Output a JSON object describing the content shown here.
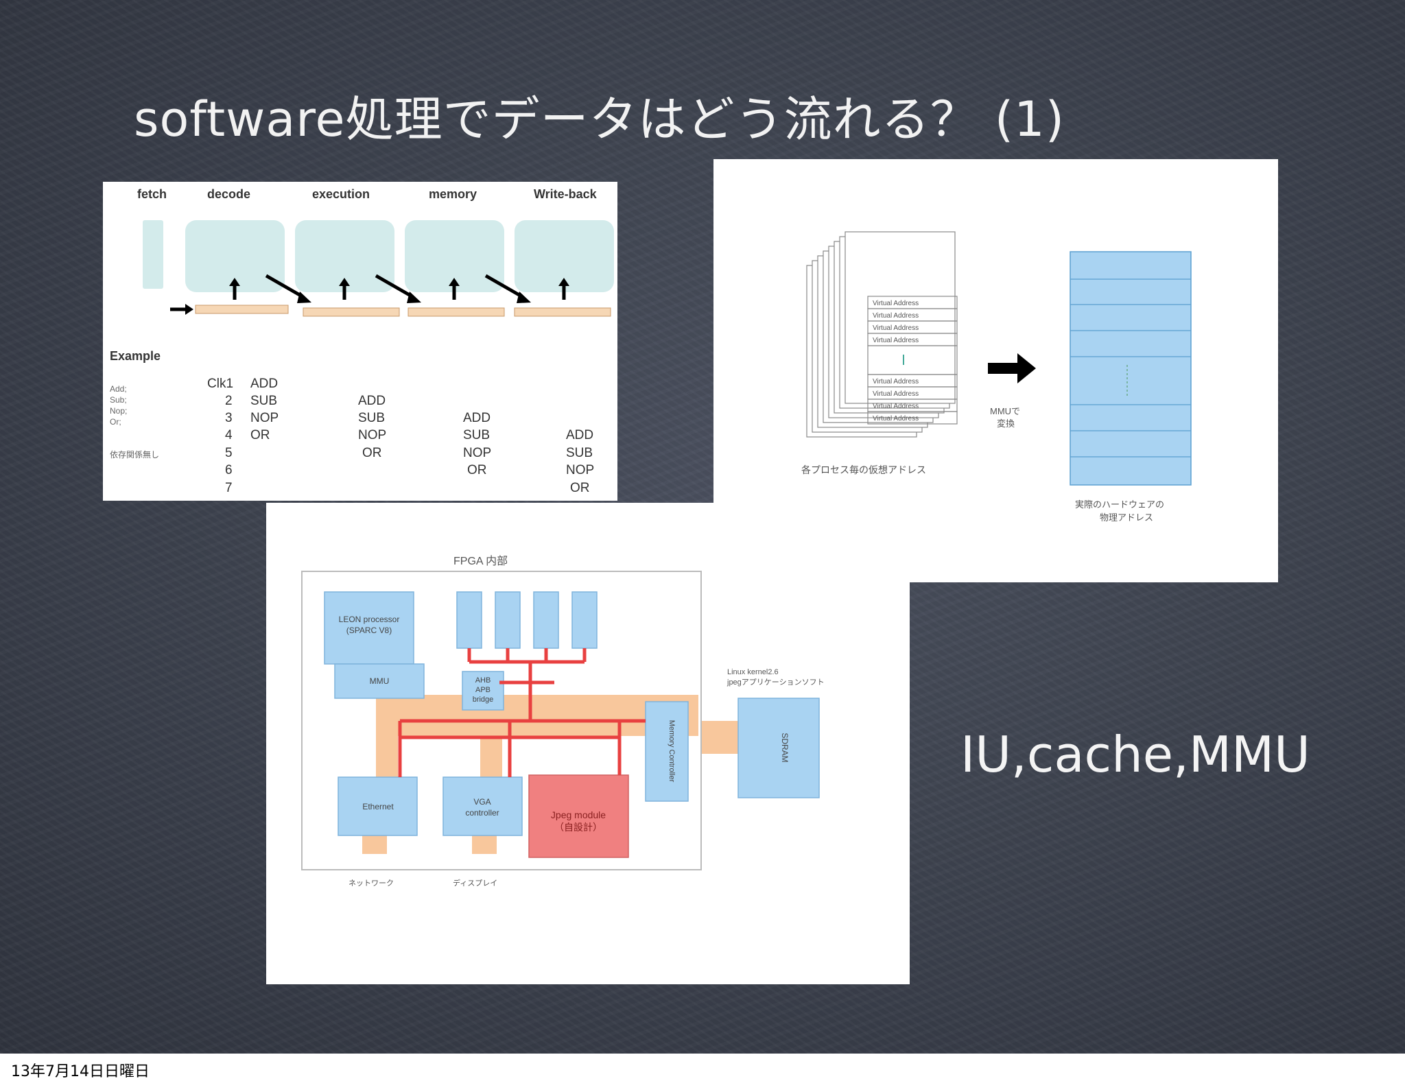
{
  "slide": {
    "title": "software処理でデータはどう流れる？ (1)",
    "side_label": "IU,cache,MMU",
    "footer_date": "13年7月14日日曜日"
  },
  "pipeline": {
    "stages": [
      "fetch",
      "decode",
      "execution",
      "memory",
      "Write-back"
    ],
    "example_label": "Example",
    "side_notes": [
      "Add;",
      "Sub;",
      "Nop;",
      "Or;",
      "依存関係無し"
    ],
    "clk_header": "Clk1",
    "clocks": [
      "2",
      "3",
      "4",
      "5",
      "6",
      "7"
    ],
    "col1": [
      "ADD",
      "SUB",
      "NOP",
      "OR"
    ],
    "col2": [
      "ADD",
      "SUB",
      "NOP",
      "OR"
    ],
    "col3": [
      "ADD",
      "SUB",
      "NOP",
      "OR"
    ],
    "col4": [
      "ADD",
      "SUB",
      "NOP",
      "OR"
    ]
  },
  "mmu": {
    "va_rows": [
      "Virtual Address",
      "Virtual Address",
      "Virtual Address",
      "Virtual Address",
      "Virtual Address",
      "Virtual Address",
      "Virtual Address",
      "Virtual Address"
    ],
    "va_caption": "各プロセス毎の仮想アドレス",
    "mmu_caption_1": "MMUで",
    "mmu_caption_2": "変換",
    "pa_caption_1": "実際のハードウェアの",
    "pa_caption_2": "物理アドレス"
  },
  "fpga": {
    "title": "FPGA 内部",
    "leon": "LEON processor",
    "leon_sub": "(SPARC V8)",
    "mmu": "MMU",
    "bridge_1": "AHB",
    "bridge_2": "APB",
    "bridge_3": "bridge",
    "memctrl": "Memory Controller",
    "sdram": "SDRAM",
    "linux_1": "Linux kernel2.6",
    "linux_2": "jpegアプリケーションソフト",
    "ethernet": "Ethernet",
    "vga_1": "VGA",
    "vga_2": "controller",
    "jpeg_1": "Jpeg module",
    "jpeg_2": "（自設計）",
    "net_label": "ネットワーク",
    "disp_label": "ディスプレイ"
  },
  "colors": {
    "box_blue": "#a9d3f2",
    "bus_red": "#e84040",
    "bus_orange": "#f8c79c",
    "jpeg_red": "#f08080",
    "stage_cyan": "#d3ebeb"
  }
}
